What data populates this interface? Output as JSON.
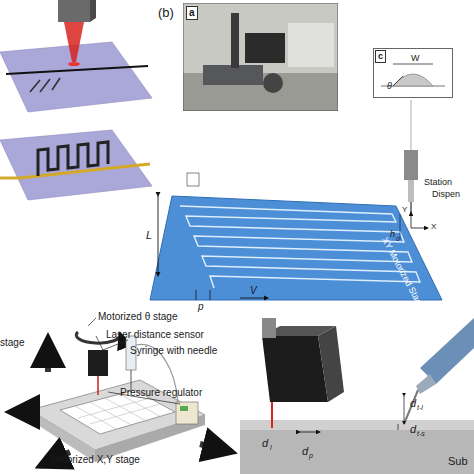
{
  "diagram": {
    "nodes": [
      {
        "text": [
          "a"
        ]
      },
      {
        "text": [
          "c",
          "W",
          "θ"
        ]
      }
    ],
    "labels": [
      "(b)",
      "Station",
      "Dispen",
      "Y",
      "X",
      "h",
      "0",
      "L",
      "p",
      "V",
      "XY Motorized Stage",
      "stage",
      "Motorized θ stage",
      "Laser distance sensor",
      "Syringe with needle",
      "Pressure regulator",
      "Motorized X,Y stage",
      "d",
      "l",
      "d",
      "p",
      "d",
      "t-l",
      "d",
      "t-s",
      "Sub"
    ]
  }
}
